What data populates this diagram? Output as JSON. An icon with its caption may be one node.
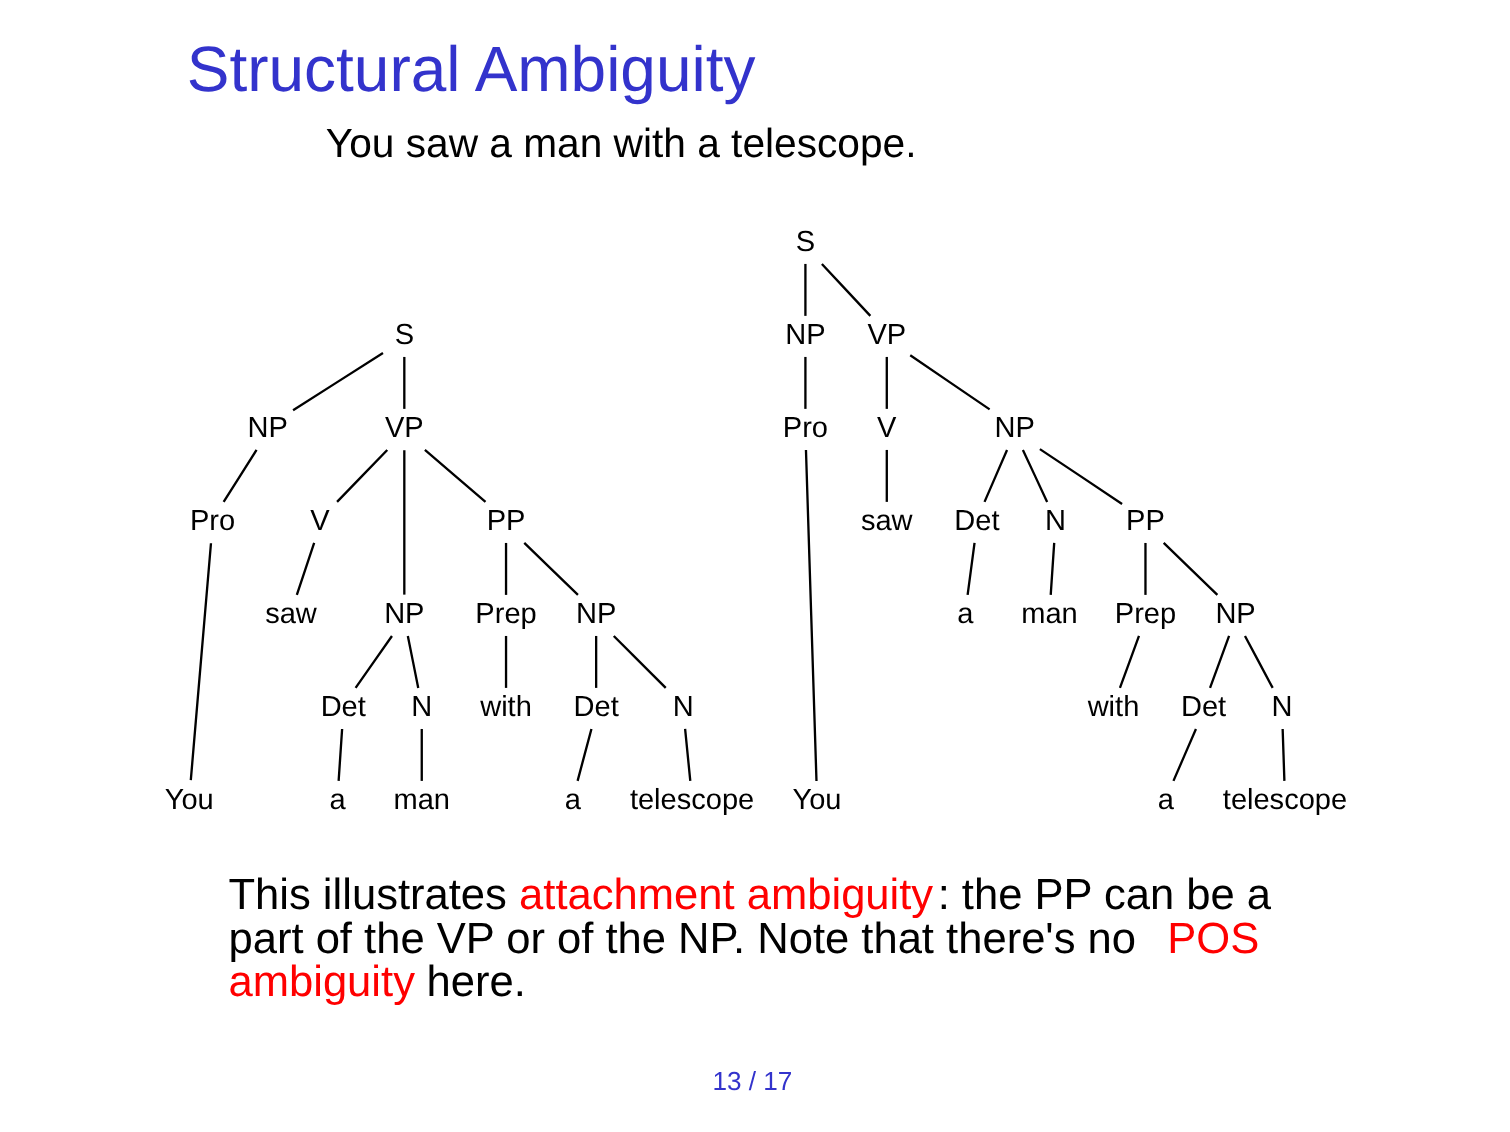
{
  "diagram": {
    "title": "Structural Ambiguity",
    "nodes": [
      {
        "text": [
          "S"
        ]
      },
      {
        "text": [
          "NP"
        ]
      },
      {
        "text": [
          "VP"
        ]
      },
      {
        "text": [
          "Pro"
        ]
      },
      {
        "text": [
          "You"
        ]
      },
      {
        "text": [
          "V"
        ]
      },
      {
        "text": [
          "NP"
        ]
      },
      {
        "text": [
          "PP"
        ]
      },
      {
        "text": [
          "saw"
        ]
      },
      {
        "text": [
          "Det"
        ]
      },
      {
        "text": [
          "N"
        ]
      },
      {
        "text": [
          "a"
        ]
      },
      {
        "text": [
          "man"
        ]
      },
      {
        "text": [
          "Prep"
        ]
      },
      {
        "text": [
          "NP"
        ]
      },
      {
        "text": [
          "with"
        ]
      },
      {
        "text": [
          "Det"
        ]
      },
      {
        "text": [
          "N"
        ]
      },
      {
        "text": [
          "a"
        ]
      },
      {
        "text": [
          "telescope"
        ]
      },
      {
        "text": [
          "S"
        ]
      },
      {
        "text": [
          "NP"
        ]
      },
      {
        "text": [
          "VP"
        ]
      },
      {
        "text": [
          "Pro"
        ]
      },
      {
        "text": [
          "You"
        ]
      },
      {
        "text": [
          "V"
        ]
      },
      {
        "text": [
          "NP"
        ]
      },
      {
        "text": [
          "saw"
        ]
      },
      {
        "text": [
          "Det"
        ]
      },
      {
        "text": [
          "N"
        ]
      },
      {
        "text": [
          "PP"
        ]
      },
      {
        "text": [
          "a"
        ]
      },
      {
        "text": [
          "man"
        ]
      },
      {
        "text": [
          "Prep"
        ]
      },
      {
        "text": [
          "NP"
        ]
      },
      {
        "text": [
          "with"
        ]
      },
      {
        "text": [
          "Det"
        ]
      },
      {
        "text": [
          "N"
        ]
      },
      {
        "text": [
          "a"
        ]
      },
      {
        "text": [
          "telescope"
        ]
      }
    ],
    "edges": [
      {
        "from": 0,
        "to": 1,
        "arrow": "none"
      },
      {
        "from": 0,
        "to": 2,
        "arrow": "none"
      },
      {
        "from": 1,
        "to": 3,
        "arrow": "none"
      },
      {
        "from": 3,
        "to": 4,
        "arrow": "none"
      },
      {
        "from": 2,
        "to": 5,
        "arrow": "none"
      },
      {
        "from": 2,
        "to": 6,
        "arrow": "none"
      },
      {
        "from": 2,
        "to": 7,
        "arrow": "none"
      },
      {
        "from": 5,
        "to": 8,
        "arrow": "none"
      },
      {
        "from": 6,
        "to": 9,
        "arrow": "none"
      },
      {
        "from": 6,
        "to": 10,
        "arrow": "none"
      },
      {
        "from": 9,
        "to": 11,
        "arrow": "none"
      },
      {
        "from": 10,
        "to": 12,
        "arrow": "none"
      },
      {
        "from": 7,
        "to": 13,
        "arrow": "none"
      },
      {
        "from": 7,
        "to": 14,
        "arrow": "none"
      },
      {
        "from": 13,
        "to": 15,
        "arrow": "none"
      },
      {
        "from": 14,
        "to": 16,
        "arrow": "none"
      },
      {
        "from": 14,
        "to": 17,
        "arrow": "none"
      },
      {
        "from": 16,
        "to": 18,
        "arrow": "none"
      },
      {
        "from": 17,
        "to": 19,
        "arrow": "none"
      },
      {
        "from": 20,
        "to": 21,
        "arrow": "none"
      },
      {
        "from": 20,
        "to": 22,
        "arrow": "none"
      },
      {
        "from": 21,
        "to": 23,
        "arrow": "none"
      },
      {
        "from": 23,
        "to": 24,
        "arrow": "none"
      },
      {
        "from": 22,
        "to": 25,
        "arrow": "none"
      },
      {
        "from": 22,
        "to": 26,
        "arrow": "none"
      },
      {
        "from": 25,
        "to": 27,
        "arrow": "none"
      },
      {
        "from": 26,
        "to": 28,
        "arrow": "none"
      },
      {
        "from": 26,
        "to": 29,
        "arrow": "none"
      },
      {
        "from": 26,
        "to": 30,
        "arrow": "none"
      },
      {
        "from": 28,
        "to": 31,
        "arrow": "none"
      },
      {
        "from": 29,
        "to": 32,
        "arrow": "none"
      },
      {
        "from": 30,
        "to": 33,
        "arrow": "none"
      },
      {
        "from": 30,
        "to": 34,
        "arrow": "none"
      },
      {
        "from": 33,
        "to": 35,
        "arrow": "none"
      },
      {
        "from": 34,
        "to": 36,
        "arrow": "none"
      },
      {
        "from": 34,
        "to": 37,
        "arrow": "none"
      },
      {
        "from": 36,
        "to": 38,
        "arrow": "none"
      },
      {
        "from": 37,
        "to": 39,
        "arrow": "none"
      }
    ],
    "labels": [
      "You saw a man with a telescope.",
      "This illustrates *attachment ambiguity*: the PP can be a part of the VP or of the NP. Note that there's no *POS ambiguity* here.",
      "13 / 17"
    ]
  }
}
